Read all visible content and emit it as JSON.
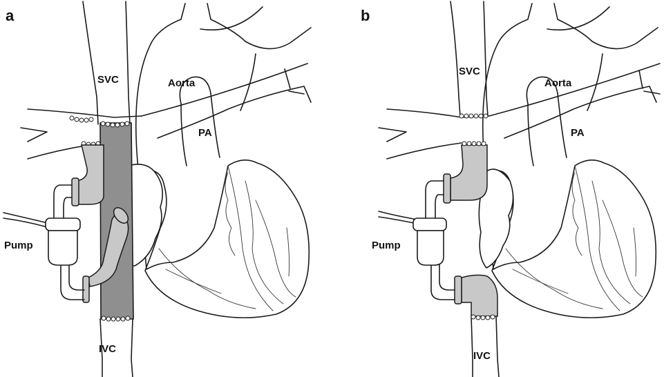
{
  "panels": [
    {
      "letter": "a",
      "labels": {
        "svc": "SVC",
        "aorta": "Aorta",
        "pa": "PA",
        "pump": "Pump",
        "ivc": "IVC"
      }
    },
    {
      "letter": "b",
      "labels": {
        "svc": "SVC",
        "aorta": "Aorta",
        "pa": "PA",
        "pump": "Pump",
        "ivc": "IVC"
      }
    }
  ],
  "colors": {
    "line": "#1a1a1a",
    "graft_fill": "#c8c8c8",
    "conduit_fill": "#8f8f8f",
    "background": "#ffffff"
  }
}
